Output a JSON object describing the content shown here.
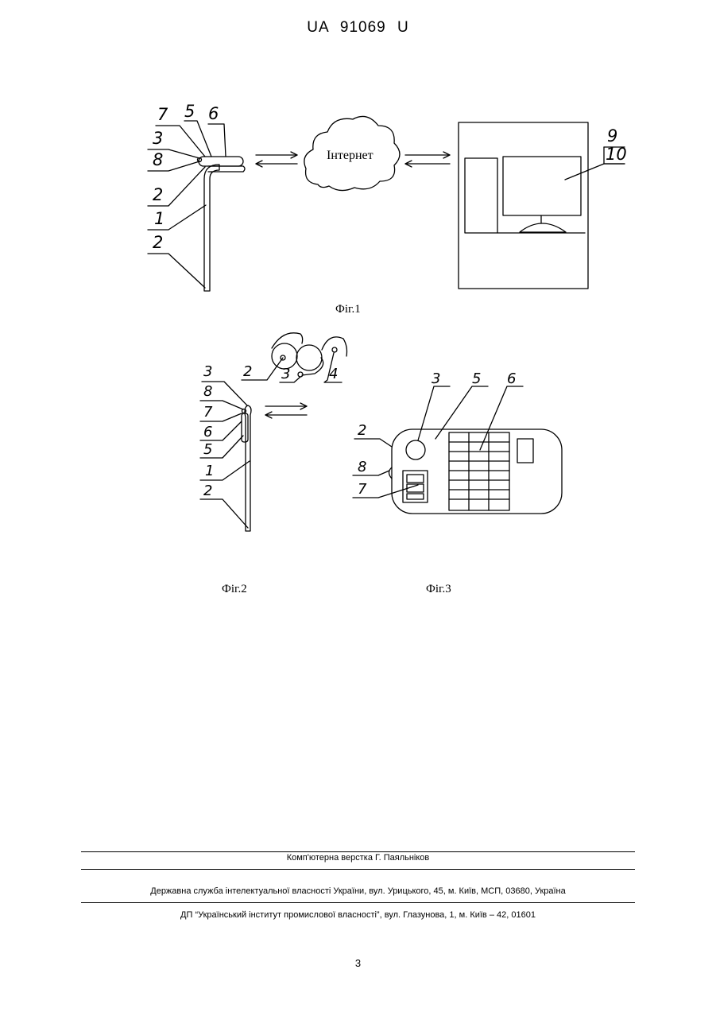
{
  "header": {
    "patent_number": "UA   91069   U"
  },
  "figures": {
    "fig1": {
      "caption": "Фіг.1",
      "cloud_label": "Інтернет",
      "labels": [
        "7",
        "5",
        "6",
        "3",
        "8",
        "2",
        "1",
        "2",
        "9",
        "10"
      ]
    },
    "fig2": {
      "caption": "Фіг.2",
      "labels": [
        "3",
        "8",
        "7",
        "6",
        "5",
        "1",
        "2",
        "2",
        "3",
        "4"
      ]
    },
    "fig3": {
      "caption": "Фіг.3",
      "labels": [
        "3",
        "5",
        "6",
        "2",
        "8",
        "7"
      ]
    }
  },
  "footer": {
    "layout_credit": "Комп'ютерна верстка Г. Паяльніков",
    "agency": "Державна служба інтелектуальної власності України, вул. Урицького, 45, м. Київ, МСП, 03680, Україна",
    "institute": "ДП “Український інститут промислової власності”, вул. Глазунова, 1, м. Київ – 42, 01601"
  },
  "page_number": "3"
}
